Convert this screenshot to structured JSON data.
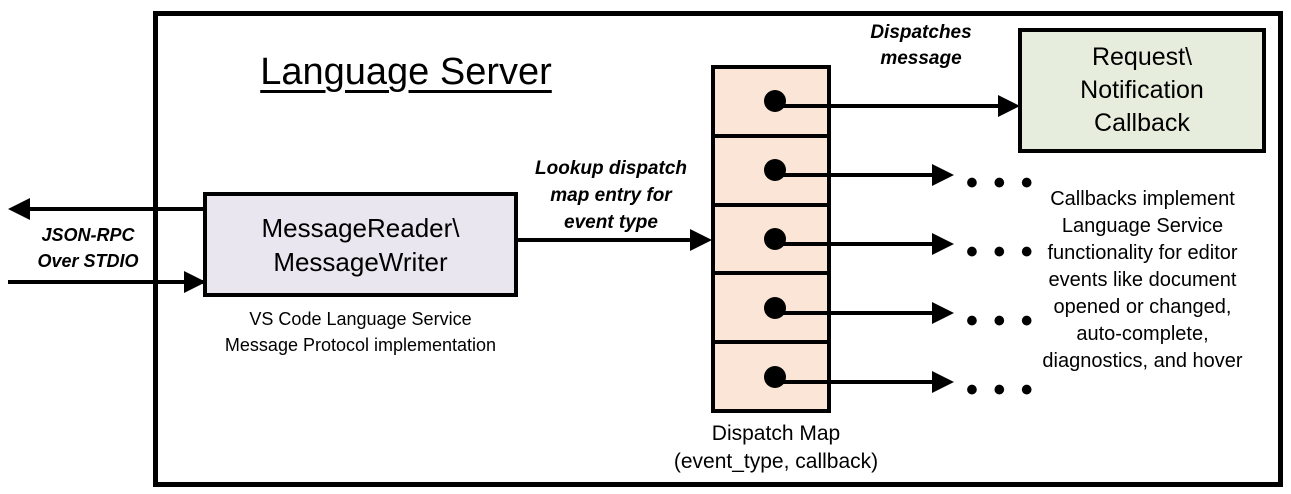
{
  "diagram": {
    "container": {
      "title": "Language Server"
    },
    "message_box": {
      "label": "MessageReader\\\nMessageWriter",
      "caption": "VS Code Language Service\nMessage Protocol implementation"
    },
    "external_channel": {
      "label": "JSON-RPC\nOver STDIO",
      "inbound_arrow_name": "incoming-message-arrow",
      "outbound_arrow_name": "outgoing-message-arrow"
    },
    "lookup_edge": {
      "label": "Lookup dispatch\nmap entry for\nevent type"
    },
    "dispatch_map": {
      "caption": "Dispatch Map\n(event_type, callback)",
      "rows": [
        {
          "name": "dispatch-map-row-1"
        },
        {
          "name": "dispatch-map-row-2"
        },
        {
          "name": "dispatch-map-row-3"
        },
        {
          "name": "dispatch-map-row-4"
        },
        {
          "name": "dispatch-map-row-5"
        }
      ]
    },
    "dispatch_edge": {
      "label": "Dispatches\nmessage"
    },
    "callback_box": {
      "label": "Request\\\nNotification\nCallback",
      "description": "Callbacks implement\nLanguage Service\nfunctionality for editor\nevents like document\nopened or changed,\nauto-complete,\ndiagnostics, and hover"
    },
    "ellipses": [
      {
        "label": "• • •"
      },
      {
        "label": "• • •"
      },
      {
        "label": "• • •"
      },
      {
        "label": "• • •"
      }
    ],
    "colors": {
      "message_box_fill": "#E9E6F0",
      "dispatch_map_fill": "#FBE5D6",
      "callback_box_fill": "#E7EDDD",
      "stroke": "#000000",
      "background": "#FFFFFF"
    }
  }
}
